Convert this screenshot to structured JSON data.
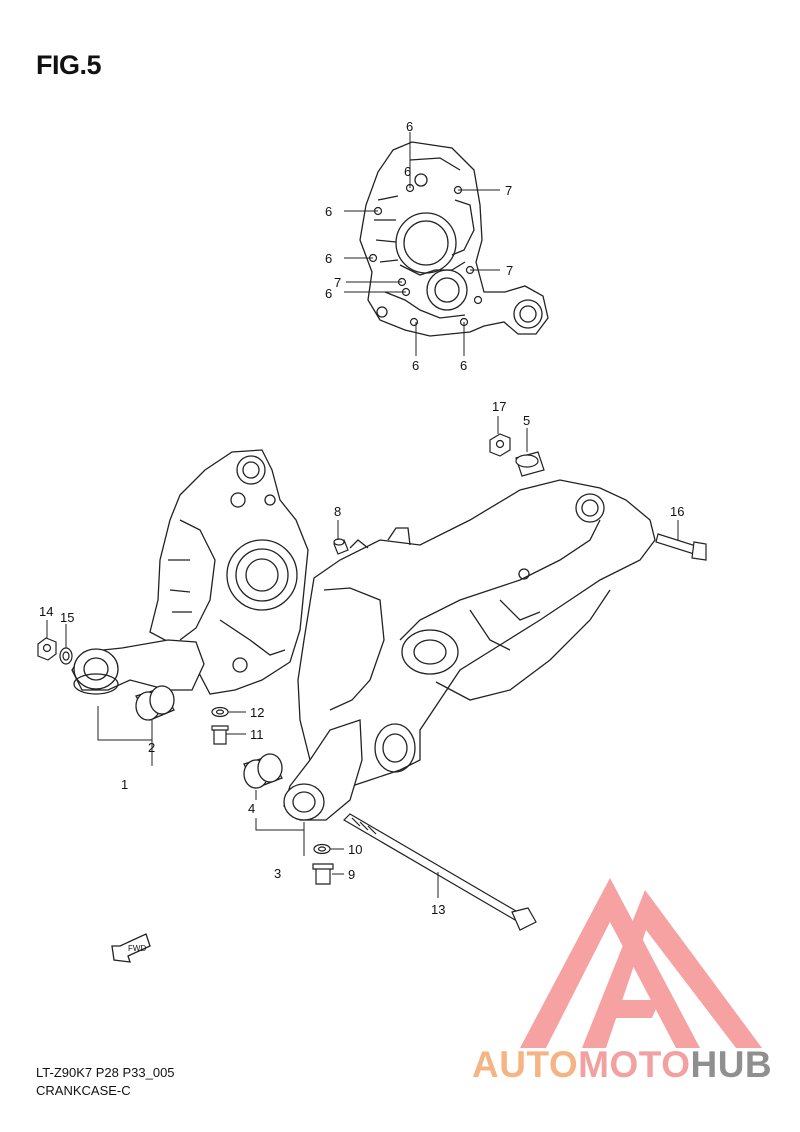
{
  "figure": {
    "title": "FIG.5",
    "code": "LT-Z90K7 P28 P33_005",
    "name": "CRANKCASE-C"
  },
  "callouts": [
    "6",
    "6",
    "7",
    "6",
    "6",
    "7",
    "7",
    "6",
    "6",
    "6",
    "17",
    "5",
    "8",
    "16",
    "14",
    "15",
    "12",
    "11",
    "2",
    "1",
    "4",
    "3",
    "10",
    "9",
    "13"
  ],
  "fwd_label": "FWD",
  "watermark": {
    "parts": [
      "AUTO",
      "MOTO",
      "HUB"
    ],
    "colors": [
      "#f4b483",
      "#f2a0a0",
      "#8f8f8f"
    ],
    "logo_color": "#f59b9b"
  }
}
